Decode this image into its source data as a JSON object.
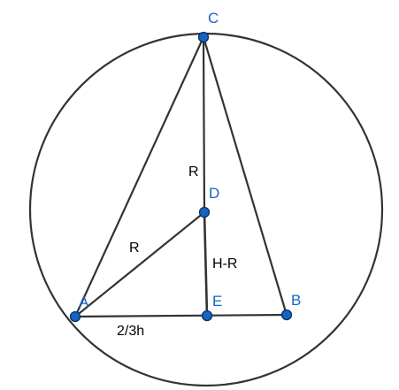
{
  "colors": {
    "line": "#333333",
    "point_fill": "#1565c0",
    "point_stroke": "#0d2f66",
    "point_label": "#1565c0",
    "segment_label": "#000000"
  },
  "points": {
    "A": {
      "label": "A"
    },
    "B": {
      "label": "B"
    },
    "C": {
      "label": "C"
    },
    "D": {
      "label": "D"
    },
    "E": {
      "label": "E"
    }
  },
  "segment_labels": {
    "CD": "R",
    "AD": "R",
    "DE": "H-R",
    "AE": "2/3h"
  }
}
